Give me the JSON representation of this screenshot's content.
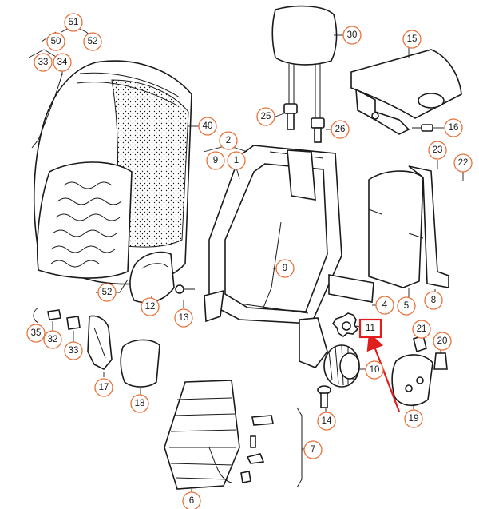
{
  "colors": {
    "callout_ring": "#e8723a",
    "highlight": "#e01e1e",
    "line": "#1a1a1a"
  },
  "callouts": [
    {
      "id": "c51",
      "label": "51"
    },
    {
      "id": "c50",
      "label": "50"
    },
    {
      "id": "c52a",
      "label": "52"
    },
    {
      "id": "c33a",
      "label": "33"
    },
    {
      "id": "c34",
      "label": "34"
    },
    {
      "id": "c30",
      "label": "30"
    },
    {
      "id": "c15",
      "label": "15"
    },
    {
      "id": "c25",
      "label": "25"
    },
    {
      "id": "c26",
      "label": "26"
    },
    {
      "id": "c16",
      "label": "16"
    },
    {
      "id": "c40",
      "label": "40"
    },
    {
      "id": "c2",
      "label": "2"
    },
    {
      "id": "c9a",
      "label": "9"
    },
    {
      "id": "c1",
      "label": "1"
    },
    {
      "id": "c23",
      "label": "23"
    },
    {
      "id": "c22",
      "label": "22"
    },
    {
      "id": "c9b",
      "label": "9"
    },
    {
      "id": "c52b",
      "label": "52"
    },
    {
      "id": "c12",
      "label": "12"
    },
    {
      "id": "c13",
      "label": "13"
    },
    {
      "id": "c4",
      "label": "4"
    },
    {
      "id": "c5",
      "label": "5"
    },
    {
      "id": "c8",
      "label": "8"
    },
    {
      "id": "c35",
      "label": "35"
    },
    {
      "id": "c32",
      "label": "32"
    },
    {
      "id": "c33b",
      "label": "33"
    },
    {
      "id": "c21",
      "label": "21"
    },
    {
      "id": "c20",
      "label": "20"
    },
    {
      "id": "c10",
      "label": "10"
    },
    {
      "id": "c17",
      "label": "17"
    },
    {
      "id": "c18",
      "label": "18"
    },
    {
      "id": "c14",
      "label": "14"
    },
    {
      "id": "c19",
      "label": "19"
    },
    {
      "id": "c7",
      "label": "7"
    },
    {
      "id": "c6",
      "label": "6"
    }
  ],
  "highlighted": {
    "label": "11"
  }
}
